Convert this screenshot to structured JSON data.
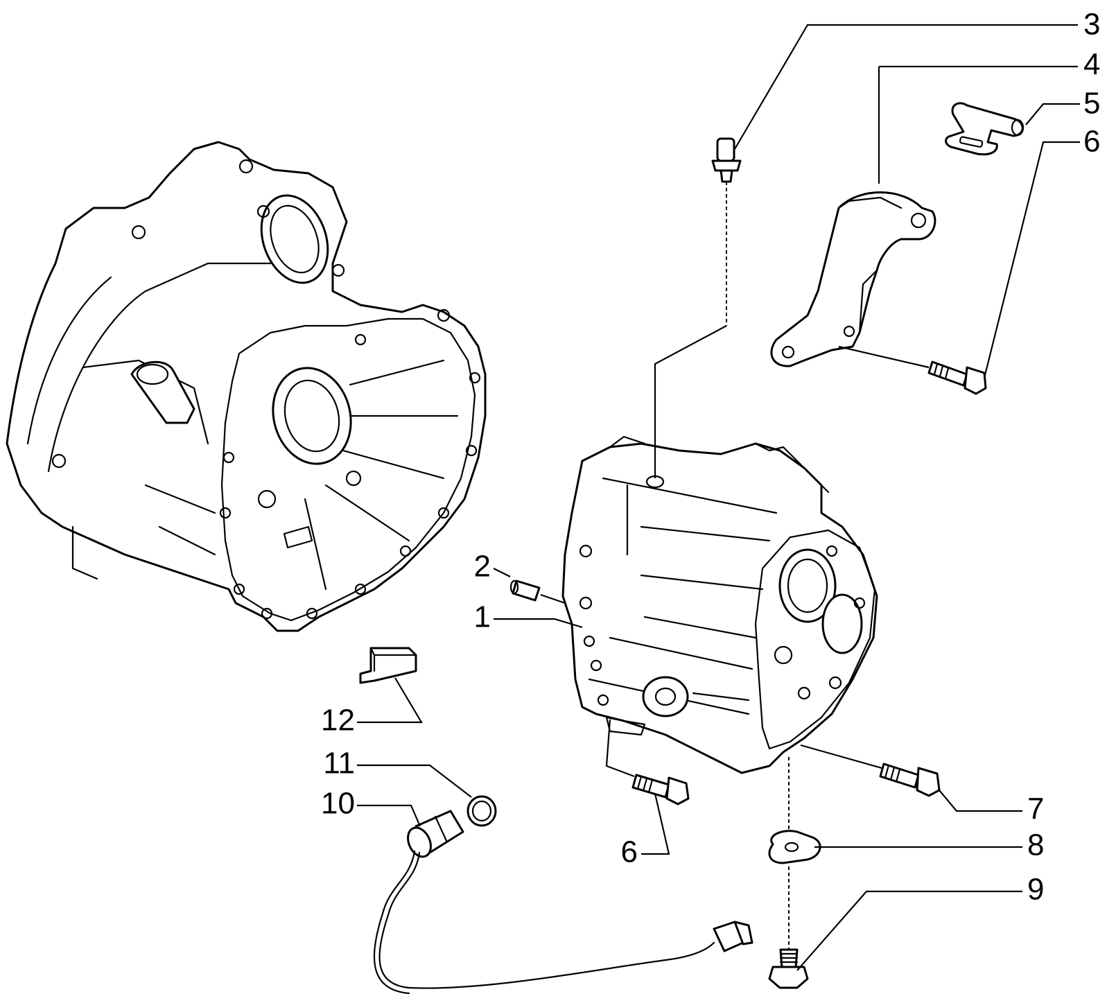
{
  "callouts": {
    "n1": "1",
    "n2": "2",
    "n3": "3",
    "n4": "4",
    "n5": "5",
    "n6_top": "6",
    "n6_bottom": "6",
    "n7": "7",
    "n8": "8",
    "n9": "9",
    "n10": "10",
    "n11": "11",
    "n12": "12"
  },
  "colors": {
    "line": "#000000",
    "background": "#ffffff"
  }
}
